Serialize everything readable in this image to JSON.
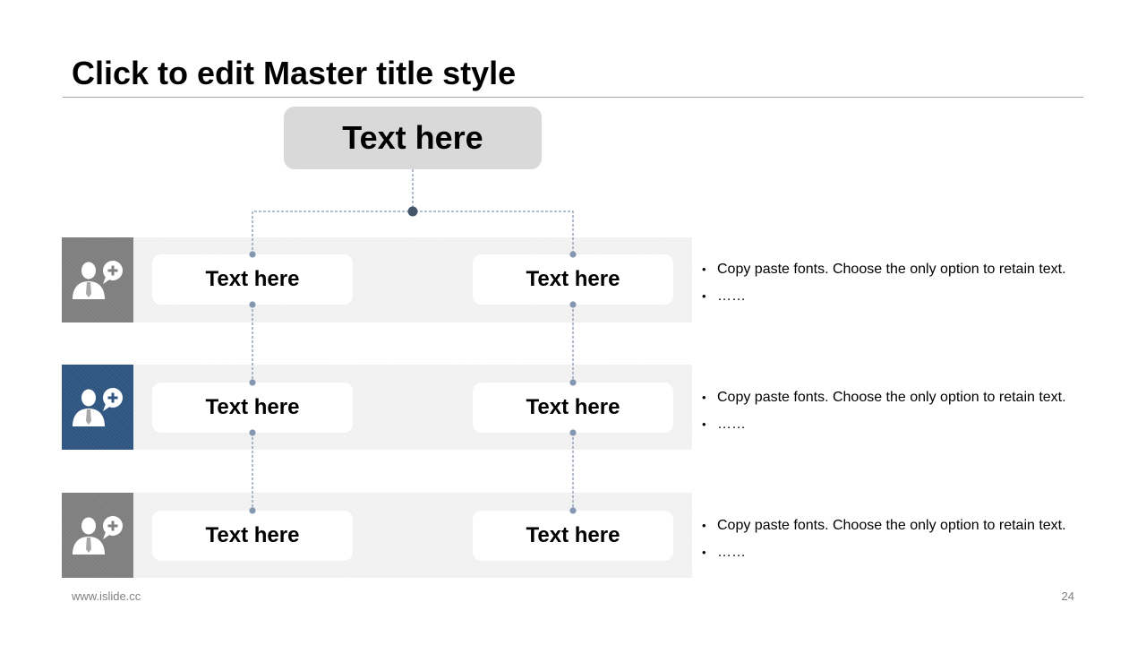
{
  "slide": {
    "title": "Click to edit Master title style",
    "footer_url": "www.islide.cc",
    "page_number": "24"
  },
  "diagram": {
    "root": "Text here",
    "rows": [
      {
        "icon": "user-comment-add-icon",
        "icon_bg": "#7f7f7f",
        "nodes": [
          "Text here",
          "Text here"
        ],
        "bullets": [
          "Copy paste fonts. Choose the only option to retain text.",
          "……"
        ]
      },
      {
        "icon": "user-comment-add-icon",
        "icon_bg": "#2e5580",
        "nodes": [
          "Text here",
          "Text here"
        ],
        "bullets": [
          "Copy paste fonts. Choose the only option to retain text.",
          "……"
        ]
      },
      {
        "icon": "user-comment-add-icon",
        "icon_bg": "#7f7f7f",
        "nodes": [
          "Text here",
          "Text here"
        ],
        "bullets": [
          "Copy paste fonts. Choose the only option to retain text.",
          "……"
        ]
      }
    ]
  },
  "colors": {
    "connector": "#8496b0",
    "hub_dot": "#44546a",
    "root_box": "#d9d9d9",
    "band": "#f0f0f0"
  }
}
